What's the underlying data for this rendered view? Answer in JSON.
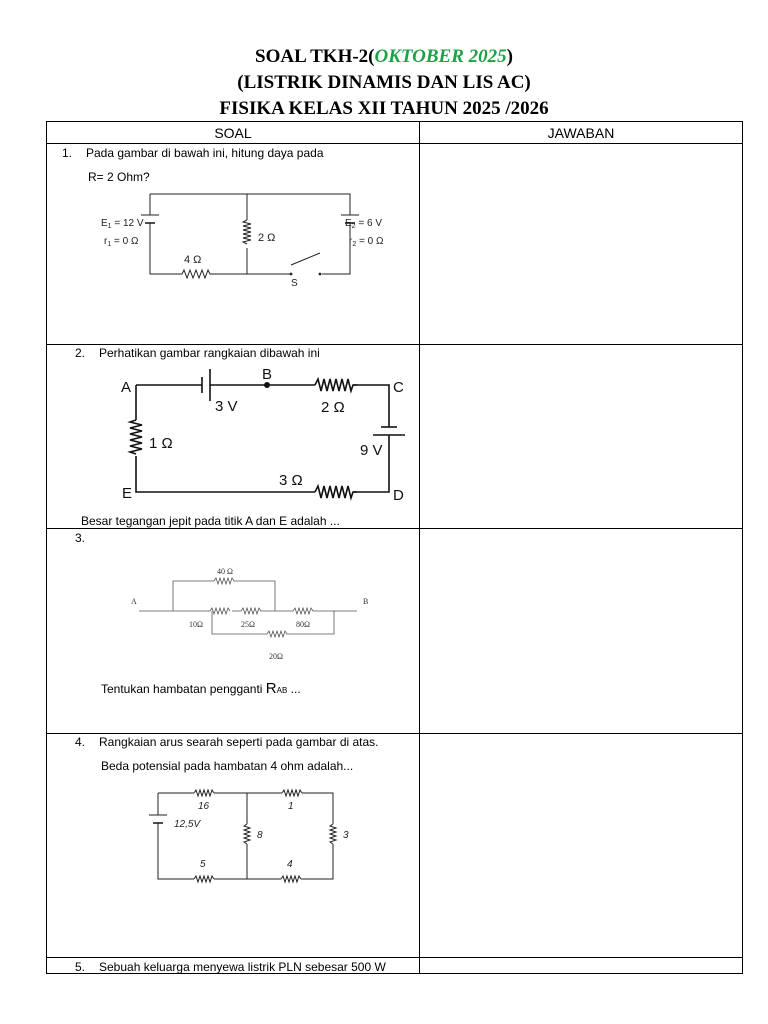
{
  "header": {
    "line1_prefix": "SOAL TKH-2(",
    "line1_accent": "OKTOBER 2025",
    "line1_suffix": ")",
    "line2": "(LISTRIK DINAMIS DAN LIS AC)",
    "line3": "FISIKA KELAS XII TAHUN 2025 /2026"
  },
  "table": {
    "col_soal": "SOAL",
    "col_jawaban": "JAWABAN"
  },
  "accent_color": "#1ba344",
  "questions": [
    {
      "number": "1.",
      "text": "Pada gambar di bawah ini, hitung daya pada",
      "text2": "R= 2 Ohm?",
      "circuit": {
        "e1": "E",
        "e1_sub": "1",
        "e1_val": " = 12 V",
        "r1": "r",
        "r1_sub": "1",
        "r1_val": " = 0 Ω",
        "e2": "E",
        "e2_sub": "2",
        "e2_val": " = 6 V",
        "r2": "r",
        "r2_sub": "2",
        "r2_val": " = 0 Ω",
        "r_mid": "2 Ω",
        "r_bottom": "4 Ω",
        "switch": "S"
      }
    },
    {
      "number": "2.",
      "text": "Perhatikan gambar rangkaian dibawah ini",
      "question": "Besar tegangan jepit pada titik A dan E adalah ...",
      "circuit": {
        "a": "A",
        "b": "B",
        "c": "C",
        "d": "D",
        "e": "E",
        "v1": "3 V",
        "r_top": "2 Ω",
        "r_left": "1 Ω",
        "v2": "9 V",
        "r_bottom": "3 Ω"
      }
    },
    {
      "number": "3.",
      "question_prefix": "Tentukan hambatan pengganti ",
      "question_r": "R",
      "question_sub": "AB",
      "question_suffix": " ...",
      "circuit": {
        "a": "A",
        "b": "B",
        "r40": "40 Ω",
        "r10": "10Ω",
        "r25": "25Ω",
        "r80": "80Ω",
        "r20": "20Ω"
      }
    },
    {
      "number": "4.",
      "text": "Rangkaian arus searah seperti pada gambar di atas.",
      "text2": "Beda potensial pada hambatan 4 ohm adalah...",
      "circuit": {
        "r16": "16",
        "r1": "1",
        "emf": "12,5V",
        "r8": "8",
        "r3": "3",
        "r5": "5",
        "r4": "4"
      }
    },
    {
      "number": "5.",
      "text": "Sebuah keluarga menyewa listrik PLN sebesar 500 W"
    }
  ]
}
